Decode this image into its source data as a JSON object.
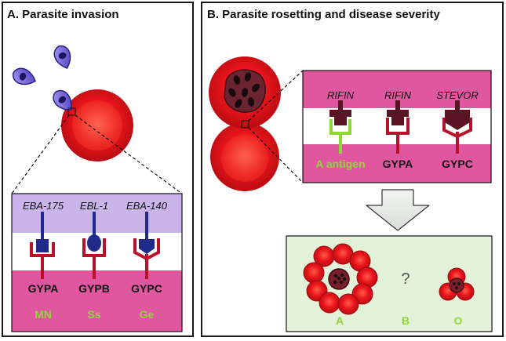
{
  "panel_a": {
    "title": "A. Parasite invasion",
    "ligands": [
      "EBA-175",
      "EBL-1",
      "EBA-140"
    ],
    "receptors": [
      "GYPA",
      "GYPB",
      "GYPC"
    ],
    "blood_groups": [
      "MN",
      "Ss",
      "Ge"
    ]
  },
  "panel_b": {
    "title": "B. Parasite rosetting and disease severity",
    "ligands": [
      "RIFIN",
      "RIFIN",
      "STEVOR"
    ],
    "receptors": [
      "A antigen",
      "GYPA",
      "GYPC"
    ],
    "outcomes": [
      "A",
      "B",
      "O"
    ],
    "unknown_mark": "?"
  },
  "colors": {
    "rbc_red": "#e8141b",
    "lavender": "#c9b5ea",
    "pink": "#e0569f",
    "green_bg": "#e5f2da",
    "green_text": "#8fd63a",
    "ligand_navy": "#1f2a8c",
    "ligand_maroon": "#5a1323",
    "receptor_red": "#b8122a"
  }
}
